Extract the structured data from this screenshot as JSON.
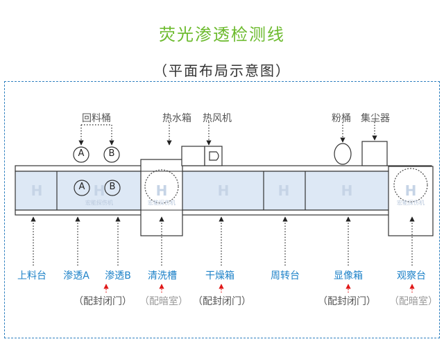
{
  "title": "荧光渗透检测线",
  "subtitle": "（平面布局示意图）",
  "top_labels": {
    "return_tank": "回料桶",
    "hot_water_tank": "热水箱",
    "hot_air_blower": "热风机",
    "powder_tank": "粉桶",
    "dust_collector": "集尘器"
  },
  "markers": {
    "a": "A",
    "b": "B"
  },
  "watermark": "宏能探伤机",
  "stations": {
    "loading": "上料台",
    "penetrant_a": "渗透A",
    "penetrant_b": "渗透B",
    "washing": "清洗槽",
    "drying": "干燥箱",
    "transfer": "周转台",
    "developer": "显像箱",
    "inspection": "观察台"
  },
  "notes": {
    "closed_door": "（配封闭门）",
    "darkroom": "（配暗室）"
  },
  "colors": {
    "title": "#6dbb2f",
    "station_label": "#1e82c8",
    "conveyor_fill": "#dde8f5",
    "frame": "#2d7fbf",
    "red_arrow": "#e01818"
  }
}
